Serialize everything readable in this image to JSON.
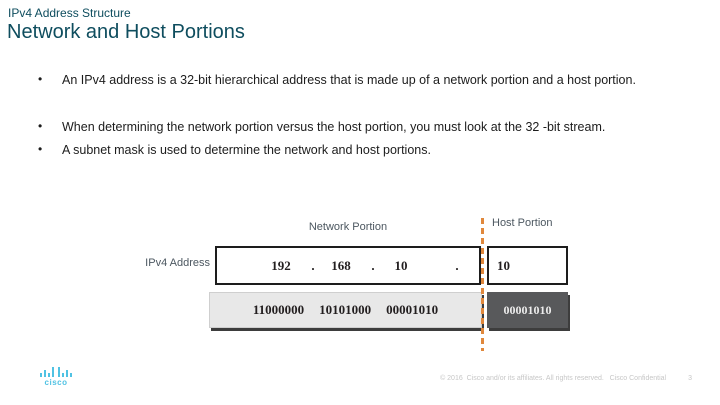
{
  "slide": {
    "pretitle": "IPv4 Address Structure",
    "title": "Network and Host Portions",
    "bullet_char": "•",
    "bullets": [
      "An IPv4 address is a 32-bit hierarchical address that is made up of a network portion and a host portion.",
      "When determining the network portion versus the host portion, you must look at the 32 -bit stream.",
      "A subnet mask is used to determine the network and host portions."
    ],
    "diagram": {
      "network_portion_label": "Network Portion",
      "host_portion_label": "Host Portion",
      "row_label": "IPv4 Address",
      "decimal_tokens": [
        "192",
        ".",
        "168",
        ".",
        "10",
        "."
      ],
      "host_decimal": "10",
      "binary_groups": [
        "11000000",
        "10101000",
        "00001010"
      ],
      "host_binary": "00001010"
    },
    "footer": {
      "logo_text": "cisco",
      "copyright": "© 2016  Cisco and/or its affiliates. All rights reserved.   Cisco Confidential",
      "page_number": "3"
    },
    "colors": {
      "title_teal": "#0e4d5e",
      "label_gray": "#4c5760",
      "accent_orange": "#e0883c",
      "host_box_gray": "#58595b",
      "binary_box_gray": "#e8e8e8",
      "shadow_gray": "#3d3d3d",
      "logo_blue": "#50c2e3",
      "footer_text_gray": "#c7c7c7"
    }
  }
}
